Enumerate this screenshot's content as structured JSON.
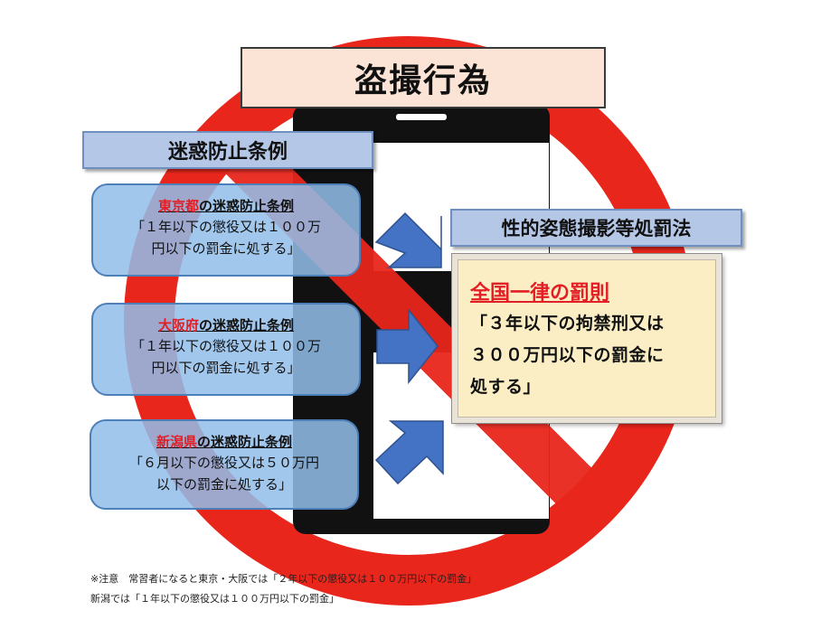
{
  "title": "盗撮行為",
  "left_header": "迷惑防止条例",
  "right_header": "性的姿態撮影等処罰法",
  "cards": [
    {
      "city": "東京都",
      "suffix": "の迷惑防止条例",
      "line1": "「１年以下の懲役又は１００万",
      "line2": "円以下の罰金に処する」"
    },
    {
      "city": "大阪府",
      "suffix": "の迷惑防止条例",
      "line1": "「１年以下の懲役又は１００万",
      "line2": "円以下の罰金に処する」"
    },
    {
      "city": "新潟県",
      "suffix": "の迷惑防止条例",
      "line1": "「６月以下の懲役又は５０万円",
      "line2": "以下の罰金に処する」"
    }
  ],
  "law": {
    "heading": "全国一律の罰則",
    "line1": "「３年以下の拘禁刑又は",
    "line2": "３００万円以下の罰金に",
    "line3": "処する」"
  },
  "notes": {
    "line1": "※注意　常習者になると東京・大阪では「２年以下の懲役又は１００万円以下の罰金」",
    "line2": "新潟では「１年以下の懲役又は１００万円以下の罰金」"
  },
  "colors": {
    "prohibition_red": "#e8261c",
    "phone_black": "#111111",
    "card_blue": "#92beea",
    "header_blue": "#b4c7e7",
    "title_bg": "#fbe3d6",
    "law_bg": "#fbeec4",
    "arrow_blue": "#4472c4",
    "accent_red": "#e31e24"
  },
  "icons": [
    "prohibition-sign-icon",
    "smartphone-icon",
    "arrow-right-icon"
  ]
}
